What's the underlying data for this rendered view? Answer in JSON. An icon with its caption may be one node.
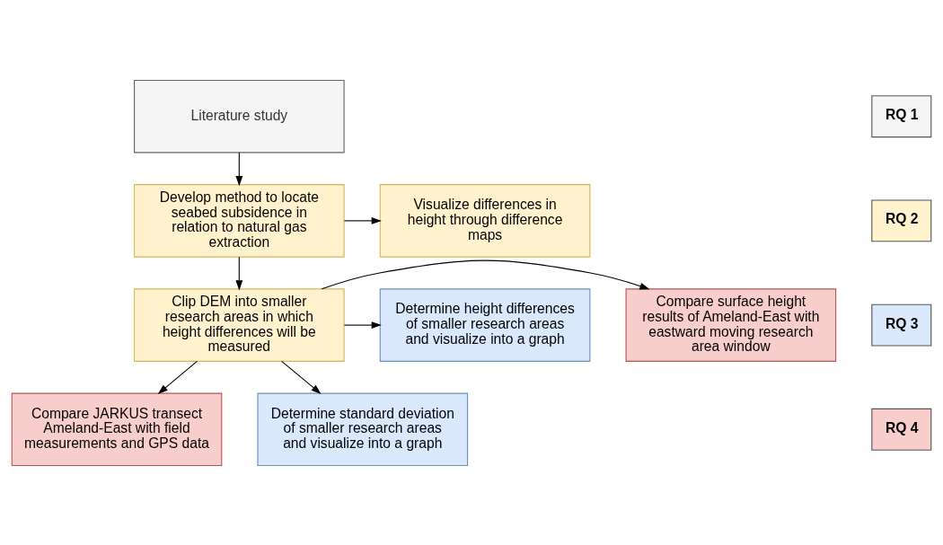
{
  "diagram": {
    "nodes": [
      {
        "text": [
          "Literature study"
        ]
      },
      {
        "text": [
          "Develop method to locate seabed subsidence in relation to natural gas extraction"
        ]
      },
      {
        "text": [
          "Visualize differences in height through difference maps"
        ]
      },
      {
        "text": [
          "Clip DEM into smaller research areas in which height differences will be measured"
        ]
      },
      {
        "text": [
          "Compare surface height results of Ameland-East with eastward moving research area window"
        ]
      },
      {
        "text": [
          "Determine height differences of smaller research areas and visualize into a graph"
        ]
      },
      {
        "text": [
          "Compare JARKUS transect Ameland-East with field measurements and GPS data"
        ]
      },
      {
        "text": [
          "Determine standard deviation of smaller research areas and visualize into a graph"
        ]
      }
    ],
    "edges": [
      {
        "from": 0,
        "to": 1,
        "arrow": "to"
      },
      {
        "from": 1,
        "to": 2,
        "arrow": "to"
      },
      {
        "from": 1,
        "to": 3,
        "arrow": "to"
      },
      {
        "from": 3,
        "to": 4,
        "arrow": "to"
      },
      {
        "from": 3,
        "to": 5,
        "arrow": "to"
      },
      {
        "from": 3,
        "to": 6,
        "arrow": "to"
      },
      {
        "from": 3,
        "to": 7,
        "arrow": "to"
      }
    ],
    "legend": [
      {
        "text": "RQ 1",
        "color": "#f5f5f5"
      },
      {
        "text": "RQ 2",
        "color": "#fff2cc"
      },
      {
        "text": "RQ 3",
        "color": "#dae8fc"
      },
      {
        "text": "RQ 4",
        "color": "#f8cecc"
      }
    ]
  }
}
